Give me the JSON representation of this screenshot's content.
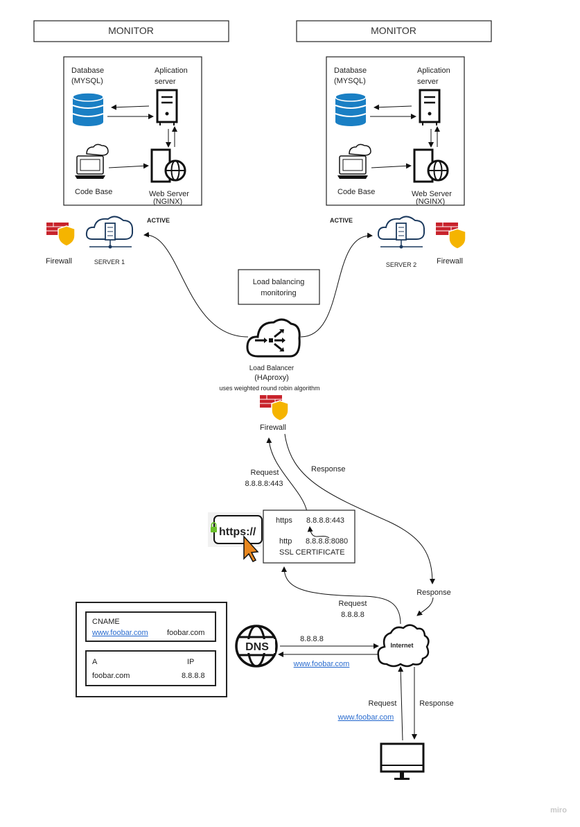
{
  "monitors": [
    "MONITOR",
    "MONITOR"
  ],
  "server_block": {
    "database": [
      "Database",
      "(MYSQL)"
    ],
    "app_server": [
      "Aplication",
      "server"
    ],
    "code_base": "Code Base",
    "web_server": [
      "Web Server",
      "(NGINX)"
    ]
  },
  "servers": [
    {
      "name": "SERVER 1",
      "status": "ACTIVE",
      "firewall": "Firewall"
    },
    {
      "name": "SERVER 2",
      "status": "ACTIVE",
      "firewall": "Firewall"
    }
  ],
  "lb_monitor": [
    "Load balancing",
    "monitoring"
  ],
  "load_balancer": [
    "Load Balancer",
    "(HAproxy)",
    "uses weighted round robin algorithm"
  ],
  "lb_firewall": "Firewall",
  "request_top": [
    "Request",
    "8.8.8.8:443"
  ],
  "response_top": "Response",
  "ssl": {
    "https_label": "https",
    "https_value": "8.8.8.8:443",
    "http_label": "http",
    "http_value": "8.8.8.8:8080",
    "title": "SSL CERTIFICATE",
    "badge_text": "https://"
  },
  "dns_table": {
    "cname": {
      "header": "CNAME",
      "domain": "www.foobar.com",
      "target": "foobar.com"
    },
    "a": {
      "header_left": "A",
      "header_right": "IP",
      "domain": "foobar.com",
      "ip": "8.8.8.8"
    }
  },
  "dns_label": "DNS",
  "internet_label": "Internet",
  "request_mid": [
    "Request",
    "8.8.8.8"
  ],
  "response_mid": "Response",
  "dns_ip": "8.8.8.8",
  "dns_domain": "www.foobar.com",
  "client_request": [
    "Request",
    "www.foobar.com"
  ],
  "client_response": "Response",
  "watermark": "miro",
  "colors": {
    "db_blue": "#1a7fc4",
    "firewall_red": "#c8232c",
    "shield_yellow": "#f5b400",
    "link_blue": "#2a6ccf"
  }
}
